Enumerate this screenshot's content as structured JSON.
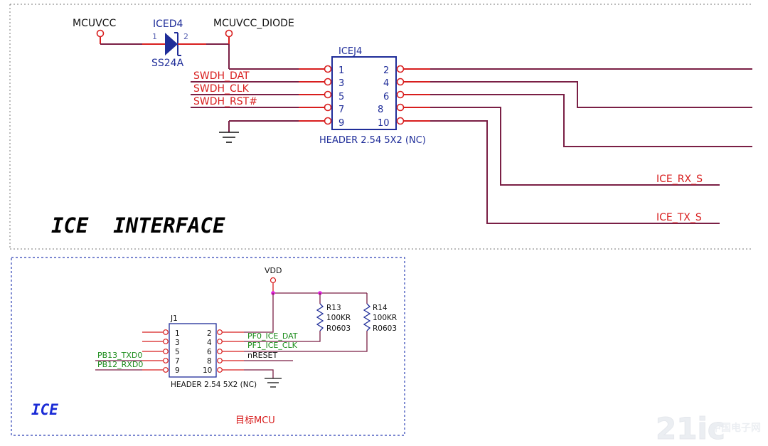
{
  "ice_interface": {
    "title": "ICE  INTERFACE",
    "mcuvcc_label": "MCUVCC",
    "mcuvcc_diode_label": "MCUVCC_DIODE",
    "diode": {
      "ref": "ICED4",
      "value": "SS24A",
      "pin1": "1",
      "pin2": "2"
    },
    "header": {
      "ref": "ICEJ4",
      "footprint": "HEADER 2.54 5X2 (NC)",
      "left_pins": [
        "1",
        "3",
        "5",
        "7",
        "9"
      ],
      "right_pins": [
        "2",
        "4",
        "6",
        "8",
        "10"
      ]
    },
    "net_labels": {
      "swdh_dat": "SWDH_DAT",
      "swdh_clk": "SWDH_CLK",
      "swdh_rst": "SWDH_RST#",
      "ice_rx": "ICE_RX_S",
      "ice_tx": "ICE_TX_S"
    }
  },
  "ice": {
    "title": "ICE",
    "vdd_label": "VDD",
    "caption": "目标MCU",
    "header": {
      "ref": "J1",
      "footprint": "HEADER 2.54 5X2 (NC)",
      "left_pins": [
        "1",
        "3",
        "5",
        "7",
        "9"
      ],
      "right_pins": [
        "2",
        "4",
        "6",
        "8",
        "10"
      ]
    },
    "r13": {
      "ref": "R13",
      "value": "100KR",
      "package": "R0603"
    },
    "r14": {
      "ref": "R14",
      "value": "100KR",
      "package": "R0603"
    },
    "net_labels": {
      "pf0": "PF0_ICE_DAT",
      "pf1": "PF1_ICE_CLK",
      "nreset": "nRESET",
      "pb13": "PB13_TXD0",
      "pb12": "PB12_RXD0"
    }
  },
  "watermark": {
    "text": "21ic",
    "subtext": "中国电子网"
  },
  "colors": {
    "component": "#1f2d99",
    "pin": "#d81e1e",
    "wire": "#7a1f45",
    "net_green": "#1a8c1a",
    "title_blue": "#1a2bd6"
  }
}
